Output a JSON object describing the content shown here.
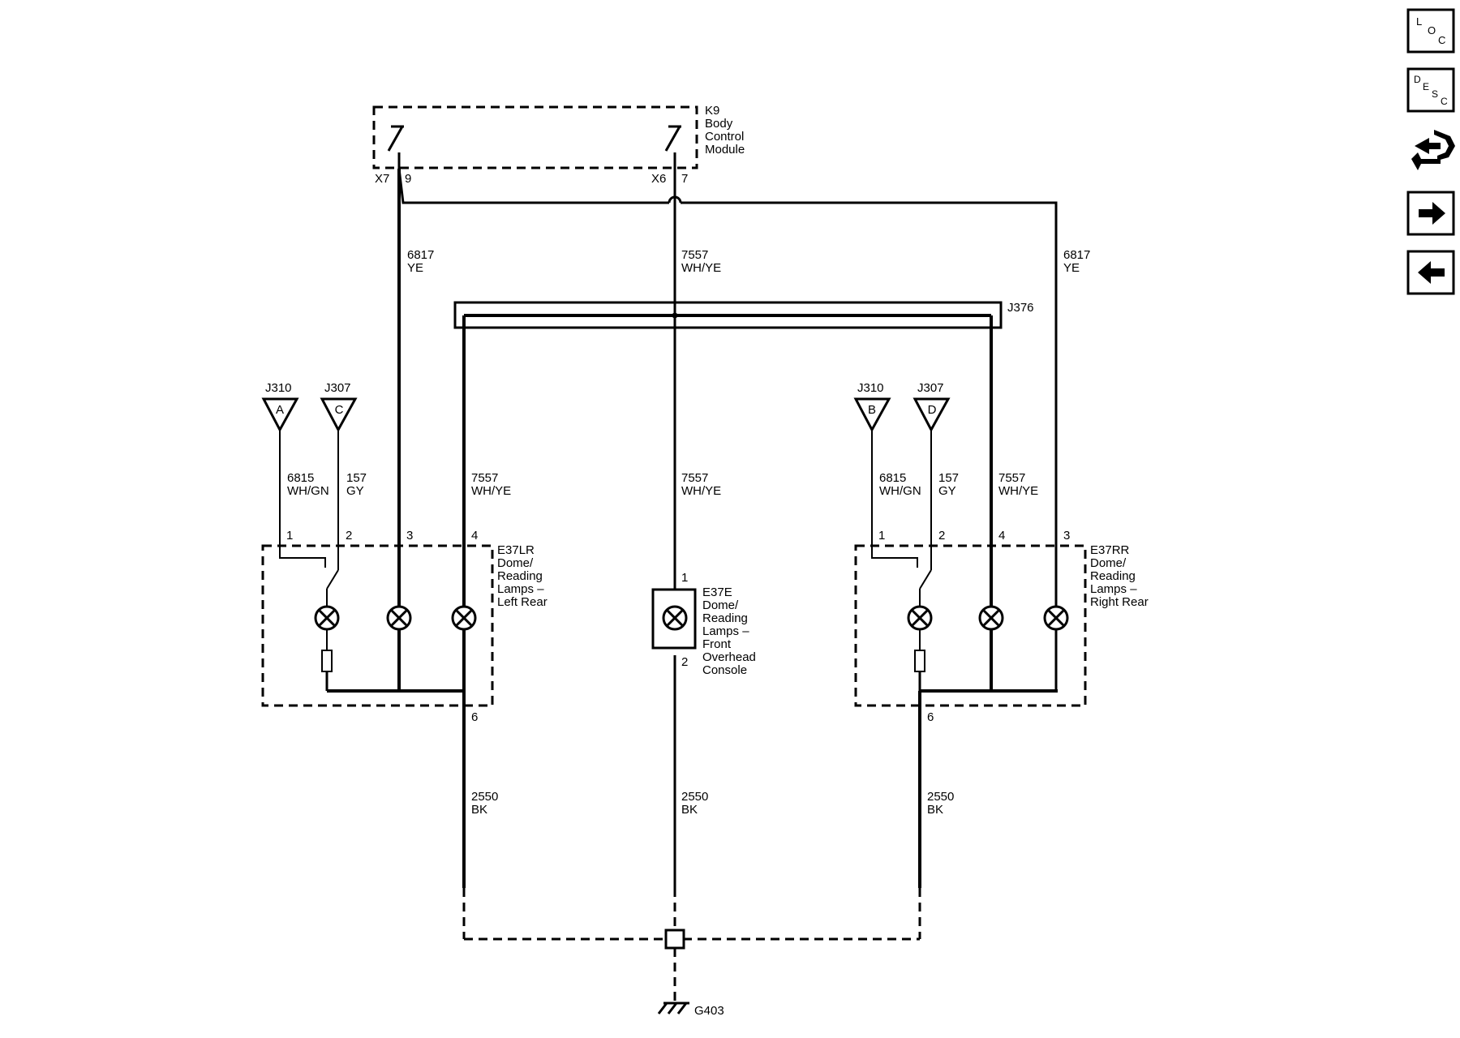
{
  "bcm": {
    "ref": "K9",
    "name": [
      "Body",
      "Control",
      "Module"
    ],
    "conn_left": "X7",
    "pin_left": "9",
    "conn_right": "X6",
    "pin_right": "7"
  },
  "splice": "J376",
  "ground": "G403",
  "wires": {
    "w6817_left": [
      "6817",
      "YE"
    ],
    "w6817_right": [
      "6817",
      "YE"
    ],
    "w7557_top": [
      "7557",
      "WH/YE"
    ],
    "w7557_center": [
      "7557",
      "WH/YE"
    ],
    "w7557_left": [
      "7557",
      "WH/YE"
    ],
    "w7557_right": [
      "7557",
      "WH/YE"
    ],
    "w6815_left": [
      "6815",
      "WH/GN"
    ],
    "w6815_right": [
      "6815",
      "WH/GN"
    ],
    "w157_left": [
      "157",
      "GY"
    ],
    "w157_right": [
      "157",
      "GY"
    ],
    "w2550_left": [
      "2550",
      "BK"
    ],
    "w2550_center": [
      "2550",
      "BK"
    ],
    "w2550_right": [
      "2550",
      "BK"
    ]
  },
  "inputs": {
    "left_a": {
      "ref": "J310",
      "letter": "A"
    },
    "left_c": {
      "ref": "J307",
      "letter": "C"
    },
    "right_b": {
      "ref": "J310",
      "letter": "B"
    },
    "right_d": {
      "ref": "J307",
      "letter": "D"
    }
  },
  "left_rear": {
    "ref": "E37LR",
    "name": [
      "Dome/",
      "Reading",
      "Lamps –",
      "Left Rear"
    ],
    "pins": [
      "1",
      "2",
      "3",
      "4"
    ],
    "ground_pin": "6"
  },
  "right_rear": {
    "ref": "E37RR",
    "name": [
      "Dome/",
      "Reading",
      "Lamps –",
      "Right Rear"
    ],
    "pins": [
      "1",
      "2",
      "4",
      "3"
    ],
    "ground_pin": "6"
  },
  "front": {
    "ref": "E37E",
    "name": [
      "Dome/",
      "Reading",
      "Lamps –",
      "Front",
      "Overhead",
      "Console"
    ],
    "pin_top": "1",
    "pin_bottom": "2"
  },
  "nav": {
    "loc": [
      "L",
      "O",
      "C"
    ],
    "desc": [
      "D",
      "E",
      "S",
      "C"
    ],
    "icons": [
      "connector-icon",
      "forward-arrow-icon",
      "back-arrow-icon"
    ]
  }
}
